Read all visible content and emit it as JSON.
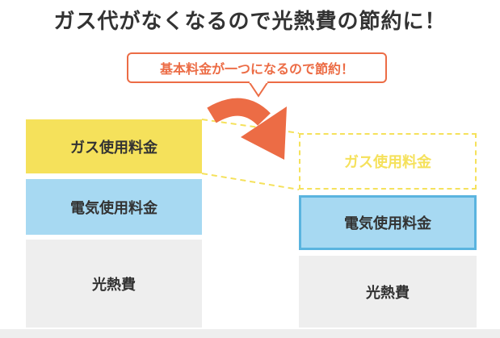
{
  "title": "ガス代がなくなるので光熱費の節約に！",
  "bubble": "基本料金が一つになるので節約！",
  "before": {
    "gas_label": "ガス使用料金",
    "electric_label": "電気使用料金",
    "utility_label": "光熱費"
  },
  "after": {
    "gas_label": "ガス使用料金",
    "electric_label": "電気使用料金",
    "utility_label": "光熱費"
  },
  "colors": {
    "accent_orange": "#ec6c45",
    "gas_yellow": "#f5e15b",
    "electric_blue": "#a7d9f2",
    "electric_border": "#5ab4df",
    "utility_gray": "#eeeeee",
    "text": "#333333"
  }
}
